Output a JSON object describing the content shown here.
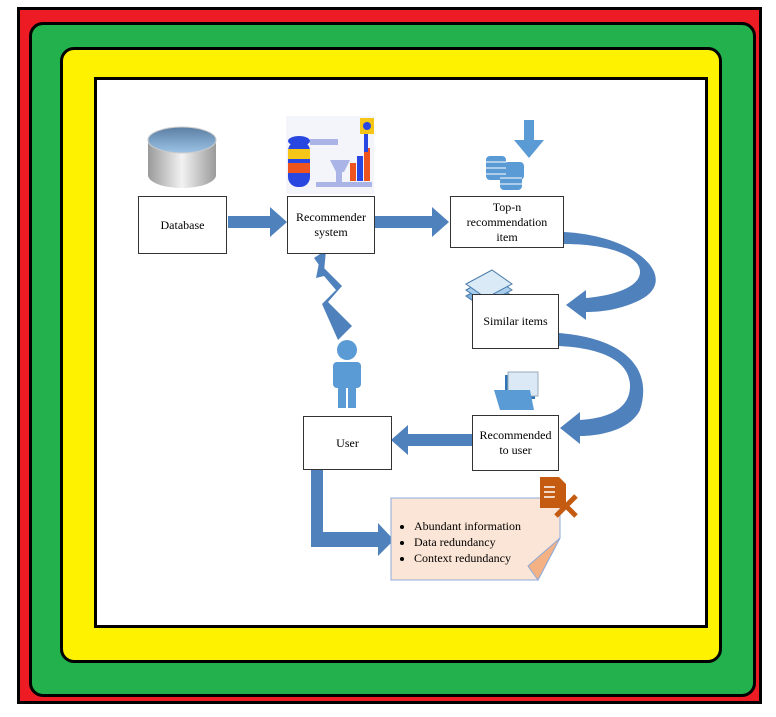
{
  "diagram": {
    "nodes": {
      "database": "Database",
      "recommender": "Recommender system",
      "topn": "Top-n recommendation item",
      "similar": "Similar items",
      "recommended": "Recommended to user",
      "user": "User"
    },
    "problems": [
      "Abundant information",
      "Data redundancy",
      "Context redundancy"
    ],
    "colors": {
      "arrow": "#4f81bd",
      "frame_red": "#ed1c24",
      "frame_green": "#22b14c",
      "frame_yellow": "#fff200",
      "note_fill": "#fbe5d6",
      "doc_icon": "#c55a11"
    }
  }
}
